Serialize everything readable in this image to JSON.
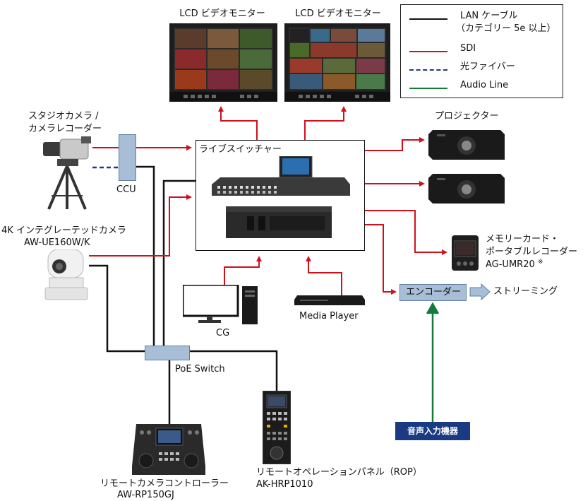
{
  "legend": {
    "items": [
      {
        "label": "LAN ケーブル",
        "sub": "（カテゴリー 5e 以上）",
        "color": "#111111",
        "style": "solid"
      },
      {
        "label": "SDI",
        "color": "#d0101b",
        "style": "solid"
      },
      {
        "label": "光ファイバー",
        "color": "#1a3a82",
        "style": "dashed"
      },
      {
        "label": "Audio Line",
        "color": "#147a3a",
        "style": "solid"
      }
    ]
  },
  "monitors": {
    "left_label": "LCD ビデオモニター",
    "right_label": "LCD ビデオモニター"
  },
  "studio_camera": {
    "label_line1": "スタジオカメラ /",
    "label_line2": "カメラレコーダー"
  },
  "ccu": {
    "label": "CCU"
  },
  "ptz_camera": {
    "label_line1": "4K インテグレーテッドカメラ",
    "label_line2": "AW-UE160W/K"
  },
  "switcher": {
    "label": "ライブスイッチャー"
  },
  "projector": {
    "label": "プロジェクター"
  },
  "recorder": {
    "label_line1": "メモリーカード・",
    "label_line2": "ポータブルレコーダー",
    "label_line3": "AG-UMR20",
    "note_mark": "※"
  },
  "encoder": {
    "label": "エンコーダー"
  },
  "streaming": {
    "label": "ストリーミング"
  },
  "cg": {
    "label": "CG"
  },
  "media_player": {
    "label": "Media Player"
  },
  "poe_switch": {
    "label": "PoE Switch"
  },
  "audio_input": {
    "label": "音声入力機器"
  },
  "rop": {
    "label_line1": "リモートオペレーションパネル（ROP）",
    "label_line2": "AK-HRP1010"
  },
  "remote_controller": {
    "label_line1": "リモートカメラコントローラー",
    "label_line2": "AW-RP150GJ"
  },
  "colors": {
    "lan": "#111111",
    "sdi": "#d0101b",
    "fiber": "#1a3a82",
    "audio": "#147a3a",
    "box_blue": "#a7bed6",
    "navy": "#1a3a82"
  }
}
